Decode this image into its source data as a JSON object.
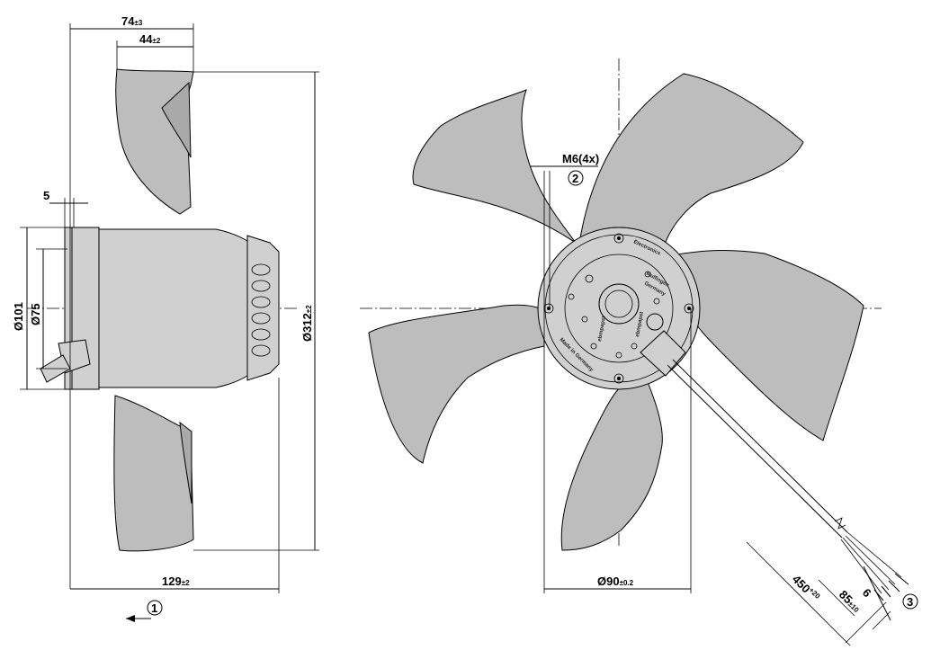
{
  "colors": {
    "blade": "#bdbdbd",
    "hub": "#d0d0d0",
    "line": "#000000"
  },
  "side_view": {
    "dim_top_outer": {
      "value": "74",
      "tol": "±3"
    },
    "dim_top_inner": {
      "value": "44",
      "tol": "±2"
    },
    "dim_flange": {
      "value": "5"
    },
    "dim_dia_outer": {
      "value": "Ø101"
    },
    "dim_dia_inner": {
      "value": "Ø75"
    },
    "dim_dia_blade": {
      "value": "Ø312",
      "tol": "±2"
    },
    "dim_length": {
      "value": "129",
      "tol": "±2"
    },
    "airflow_callout": "1"
  },
  "front_view": {
    "thread_label": "M6(4x)",
    "thread_callout": "2",
    "dim_hub": {
      "value": "Ø90",
      "tol": "±0.2"
    },
    "cable_len": {
      "value": "450",
      "tol": "+20"
    },
    "strip_len": {
      "value": "85",
      "tol": "±10"
    },
    "wire_strip": {
      "value": "6"
    },
    "cable_callout": "3",
    "hub_labels": [
      "ebmpapst",
      "ebmpapst",
      "Mulfingen",
      "Germany",
      "Made in Germany",
      "Electronics"
    ]
  }
}
